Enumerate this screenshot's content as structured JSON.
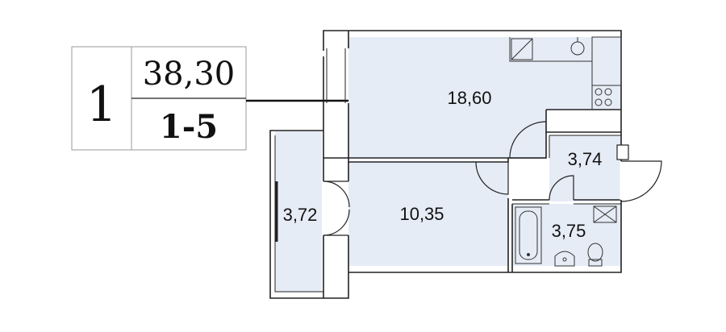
{
  "apartment": {
    "rooms_count": "1",
    "total_area": "38,30",
    "floors": "1-5"
  },
  "rooms": [
    {
      "id": "living-room",
      "area": "18,60"
    },
    {
      "id": "bedroom",
      "area": "10,35"
    },
    {
      "id": "balcony",
      "area": "3,72"
    },
    {
      "id": "hallway",
      "area": "3,74"
    },
    {
      "id": "bathroom",
      "area": "3,75"
    }
  ],
  "colors": {
    "room_fill": "#e6ecf6",
    "wall_stroke": "#222222",
    "marker": "#111111",
    "text": "#111111"
  }
}
